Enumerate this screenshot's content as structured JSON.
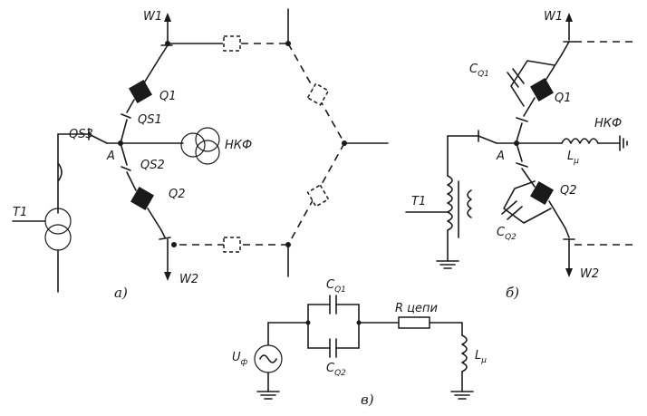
{
  "labels": {
    "w1_a": "W1",
    "w2_a": "W2",
    "q1_a": "Q1",
    "q2_a": "Q2",
    "qs1": "QS1",
    "qs2": "QS2",
    "qs3": "QS3",
    "t1_a": "T1",
    "nkf_a": "НКФ",
    "a_a": "A",
    "w1_b": "W1",
    "w2_b": "W2",
    "q1_b": "Q1",
    "q2_b": "Q2",
    "cq1_b_main": "C",
    "cq1_b_sub": "Q1",
    "cq2_b_main": "C",
    "cq2_b_sub": "Q2",
    "nkf_b": "НКФ",
    "lmu_b_main": "L",
    "lmu_b_sub": "μ",
    "a_b": "A",
    "t1_b": "T1",
    "cq1_c_main": "C",
    "cq1_c_sub": "Q1",
    "cq2_c_main": "C",
    "cq2_c_sub": "Q2",
    "r_c": "R цепи",
    "uf_c_main": "U",
    "uf_c_sub": "ф",
    "lmu_c_main": "L",
    "lmu_c_sub": "μ"
  },
  "captions": {
    "a": "a)",
    "b": "б)",
    "c": "в)"
  }
}
